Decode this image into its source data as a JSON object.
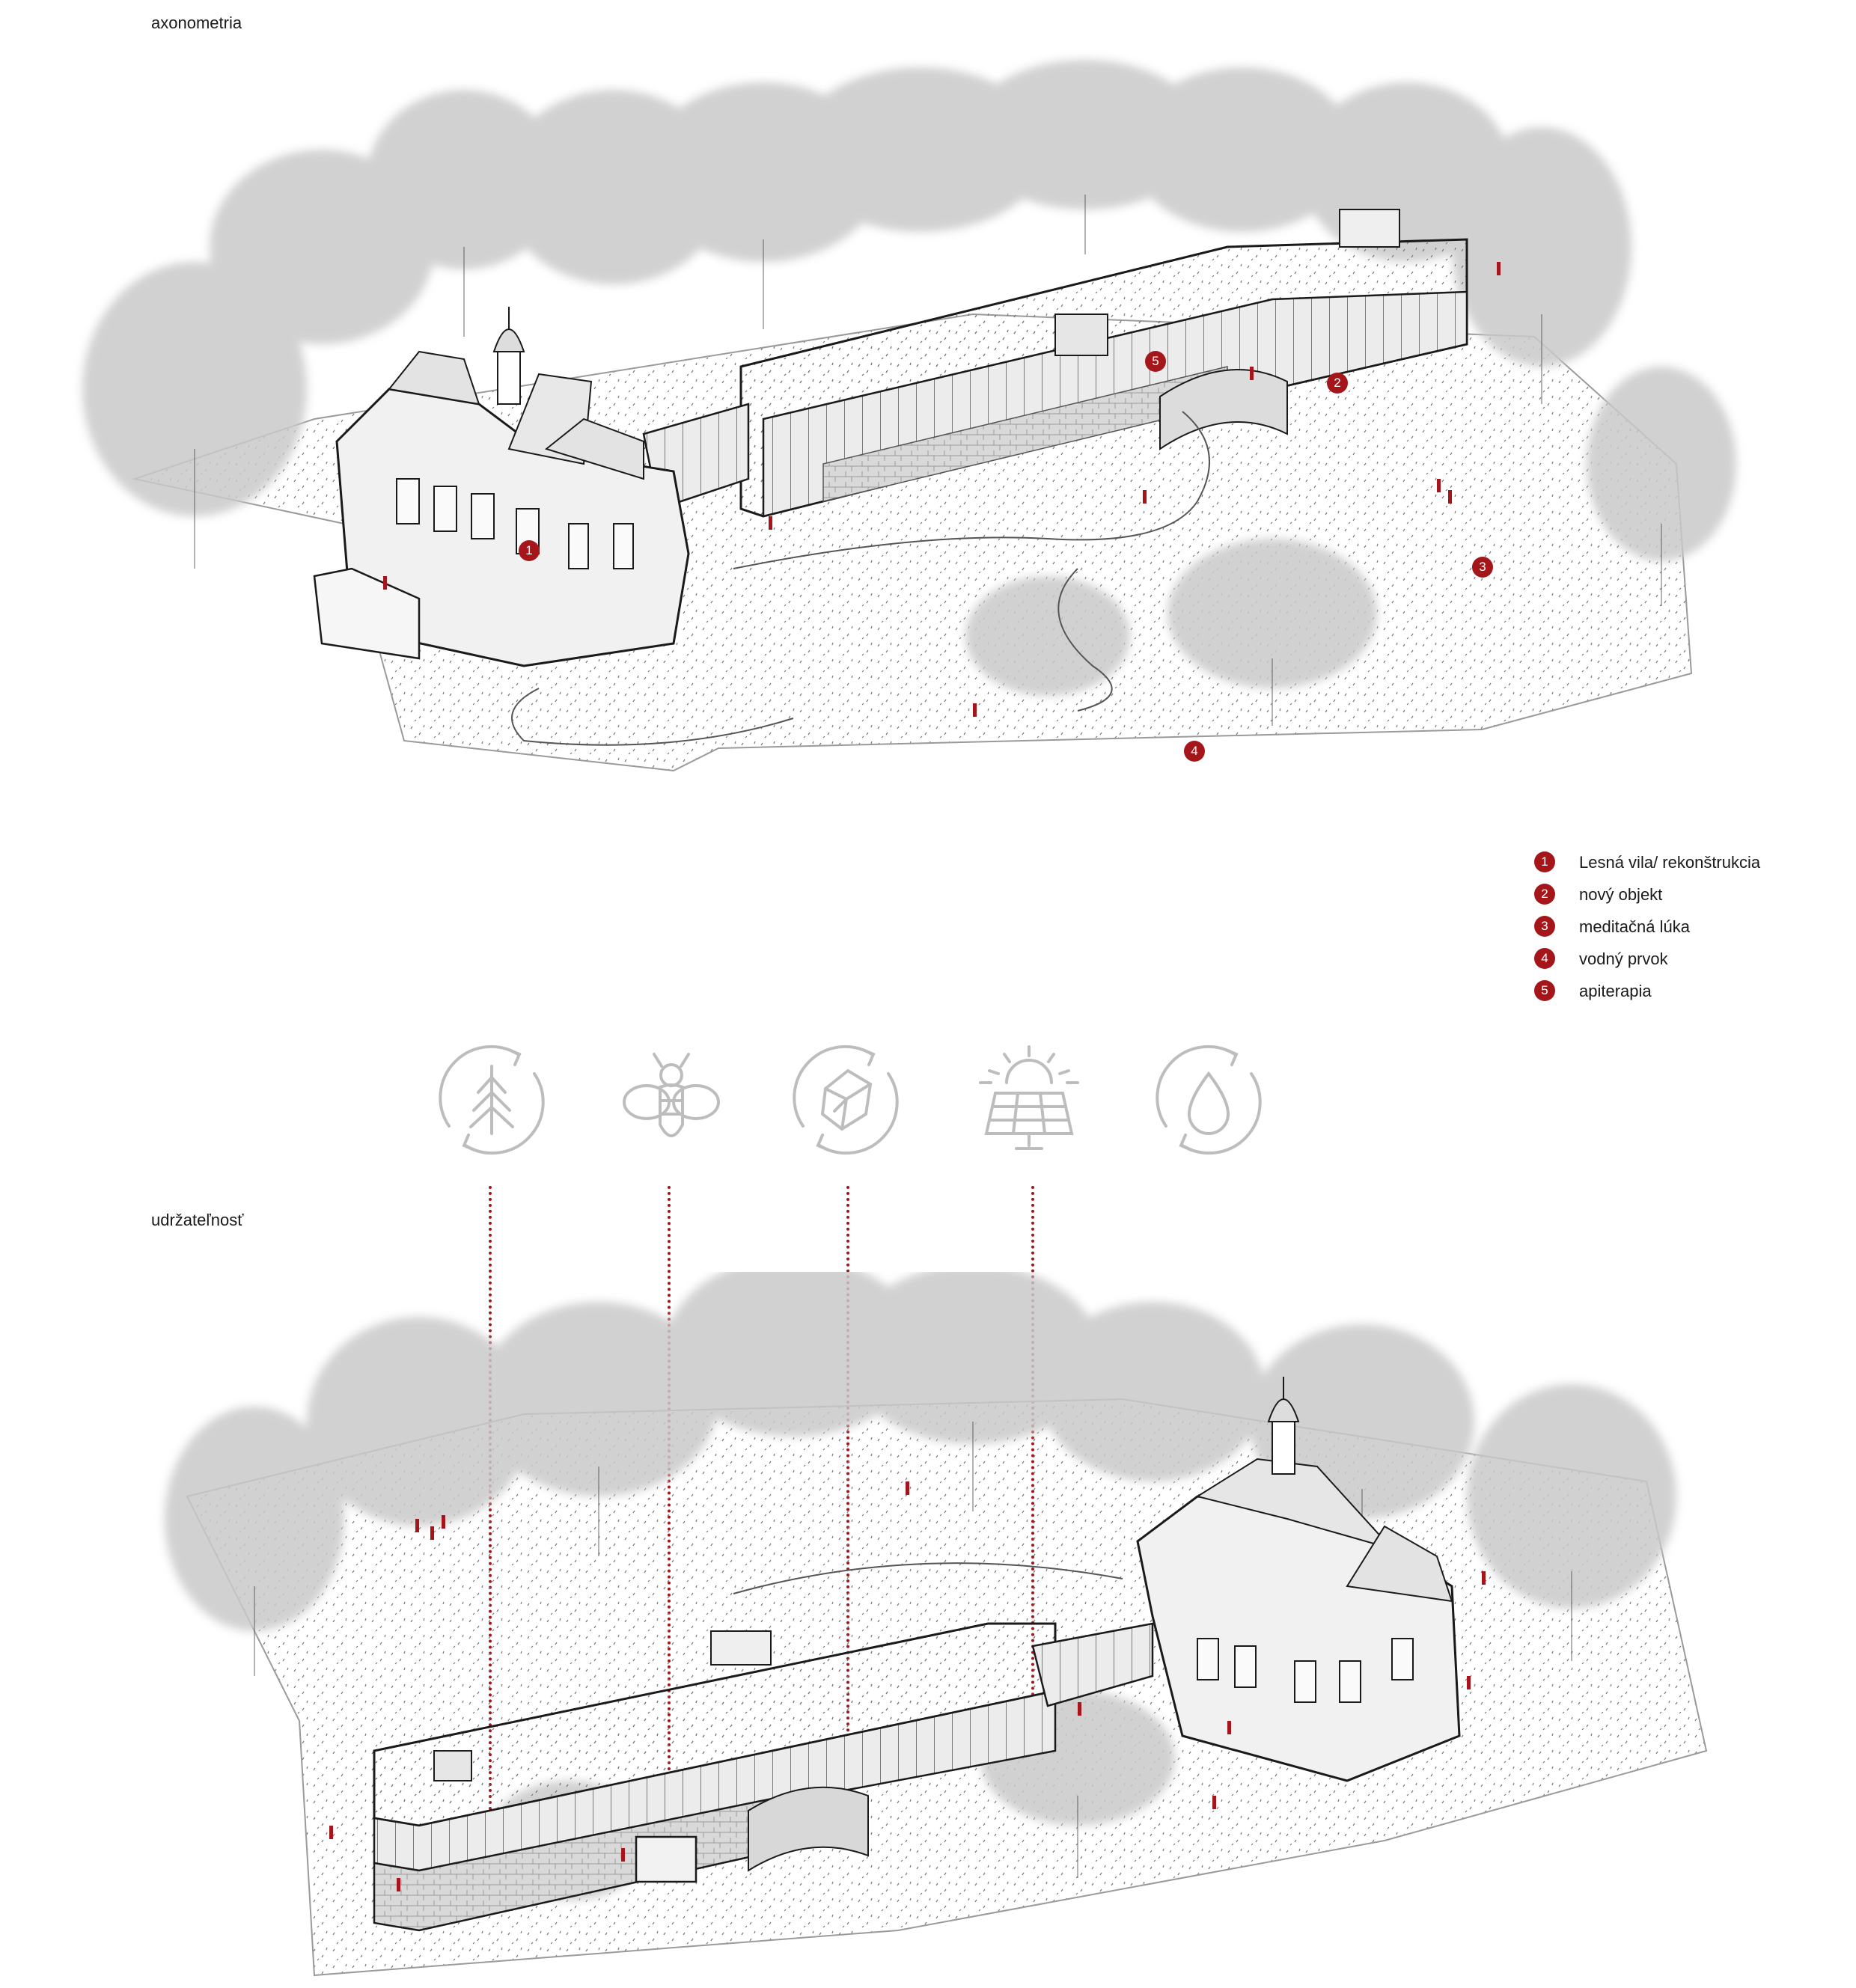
{
  "titles": {
    "axonometry": "axonometria",
    "sustainability": "udržateľnosť"
  },
  "colors": {
    "accent": "#a4161a",
    "icon": "#bdbdbd",
    "foliage": "#c9c9c9",
    "line": "#1a1a1a"
  },
  "markers_top": [
    "1",
    "2",
    "3",
    "4",
    "5"
  ],
  "legend": [
    {
      "num": "1",
      "label": "Lesná vila/ rekonštrukcia"
    },
    {
      "num": "2",
      "label": "nový objekt"
    },
    {
      "num": "3",
      "label": "meditačná lúka"
    },
    {
      "num": "4",
      "label": "vodný prvok"
    },
    {
      "num": "5",
      "label": "apiterapia"
    }
  ],
  "icons": [
    "forest-cycle-icon",
    "bee-icon",
    "stone-cycle-icon",
    "solar-panel-icon",
    "water-cycle-icon"
  ]
}
